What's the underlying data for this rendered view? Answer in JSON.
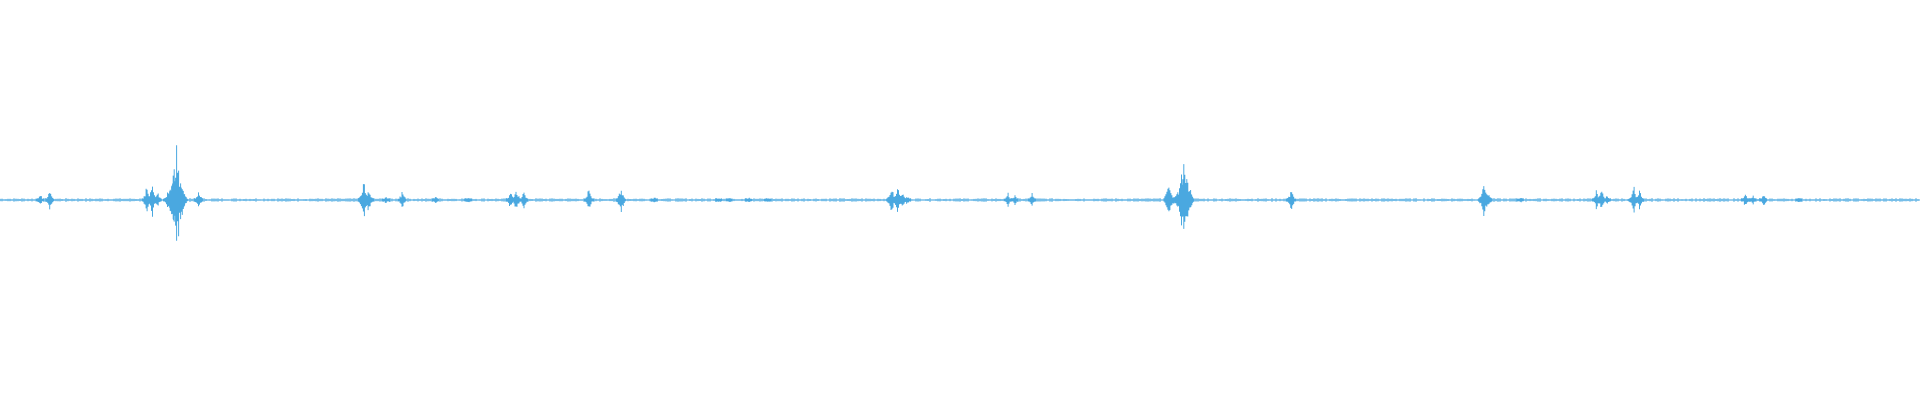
{
  "waveform": {
    "color": "#4aa8e0",
    "baseline_color": "#4aa8e0",
    "note": "",
    "peaks": [
      [
        0.021,
        0.15
      ],
      [
        0.026,
        0.2
      ],
      [
        0.0765,
        0.3
      ],
      [
        0.0795,
        0.35
      ],
      [
        0.082,
        0.2
      ],
      [
        0.0875,
        0.25
      ],
      [
        0.0905,
        0.6
      ],
      [
        0.092,
        1.0
      ],
      [
        0.095,
        0.35
      ],
      [
        0.1035,
        0.2
      ],
      [
        0.1895,
        0.4
      ],
      [
        0.192,
        0.25
      ],
      [
        0.201,
        0.1
      ],
      [
        0.2095,
        0.2
      ],
      [
        0.227,
        0.08
      ],
      [
        0.244,
        0.07
      ],
      [
        0.266,
        0.2
      ],
      [
        0.269,
        0.25
      ],
      [
        0.273,
        0.2
      ],
      [
        0.3065,
        0.25
      ],
      [
        0.3235,
        0.3
      ],
      [
        0.341,
        0.08
      ],
      [
        0.3745,
        0.07
      ],
      [
        0.38,
        0.06
      ],
      [
        0.39,
        0.08
      ],
      [
        0.4,
        0.05
      ],
      [
        0.4645,
        0.3
      ],
      [
        0.4675,
        0.35
      ],
      [
        0.47,
        0.2
      ],
      [
        0.4725,
        0.1
      ],
      [
        0.525,
        0.15
      ],
      [
        0.5285,
        0.12
      ],
      [
        0.5375,
        0.15
      ],
      [
        0.609,
        0.4
      ],
      [
        0.613,
        0.2
      ],
      [
        0.6155,
        0.55
      ],
      [
        0.617,
        0.8
      ],
      [
        0.6195,
        0.3
      ],
      [
        0.6725,
        0.25
      ],
      [
        0.773,
        0.4
      ],
      [
        0.7755,
        0.15
      ],
      [
        0.792,
        0.07
      ],
      [
        0.8315,
        0.2
      ],
      [
        0.834,
        0.25
      ],
      [
        0.837,
        0.1
      ],
      [
        0.851,
        0.3
      ],
      [
        0.854,
        0.2
      ],
      [
        0.909,
        0.15
      ],
      [
        0.913,
        0.12
      ],
      [
        0.9185,
        0.15
      ],
      [
        0.937,
        0.05
      ]
    ]
  }
}
